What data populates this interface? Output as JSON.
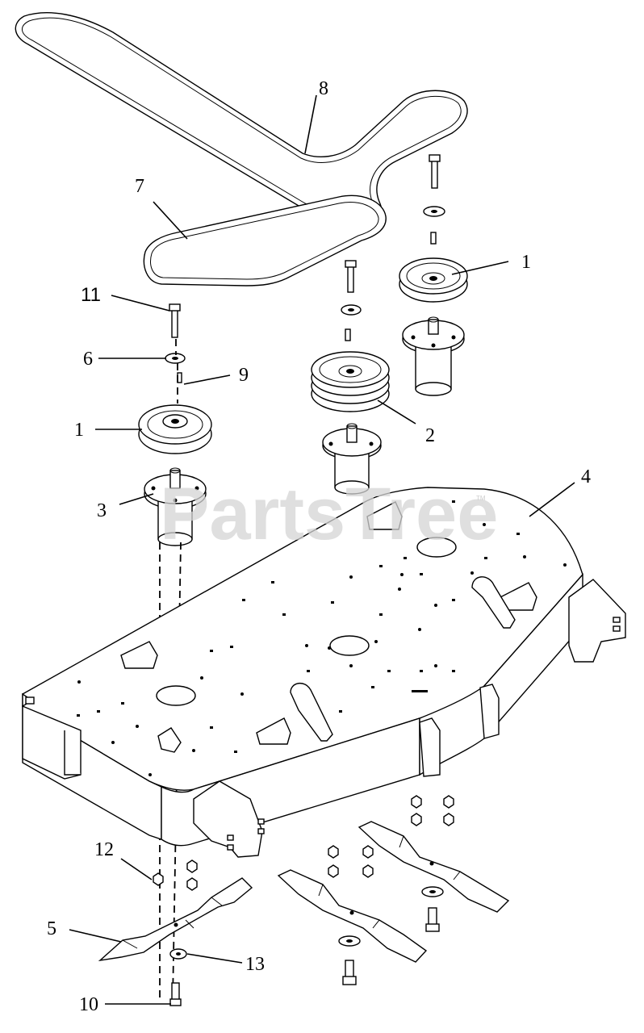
{
  "watermark": {
    "text": "PartsTree",
    "tm": "TM"
  },
  "callouts": [
    {
      "id": "c1a",
      "text": "1"
    },
    {
      "id": "c1b",
      "text": "1"
    },
    {
      "id": "c2",
      "text": "2"
    },
    {
      "id": "c3",
      "text": "3"
    },
    {
      "id": "c4",
      "text": "4"
    },
    {
      "id": "c5",
      "text": "5"
    },
    {
      "id": "c6",
      "text": "6"
    },
    {
      "id": "c7",
      "text": "7"
    },
    {
      "id": "c8",
      "text": "8"
    },
    {
      "id": "c9",
      "text": "9"
    },
    {
      "id": "c10",
      "text": "10"
    },
    {
      "id": "c11",
      "text": "11"
    },
    {
      "id": "c12",
      "text": "12"
    },
    {
      "id": "c13",
      "text": "13"
    }
  ]
}
